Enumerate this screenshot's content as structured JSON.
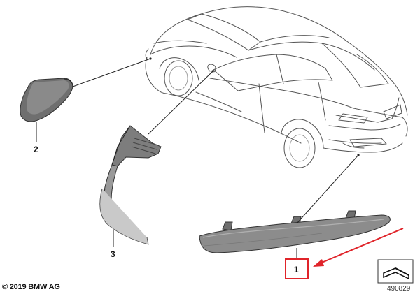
{
  "callouts": [
    {
      "id": "1",
      "label": "1",
      "highlighted": true
    },
    {
      "id": "2",
      "label": "2",
      "highlighted": false
    },
    {
      "id": "3",
      "label": "3",
      "highlighted": false
    }
  ],
  "copyright": "© 2019 BMW AG",
  "reference_number": "490829",
  "colors": {
    "highlight_box": "#e0242a",
    "arrow": "#e0242a",
    "part_fill": "#8c8c8c",
    "outline": "#555555"
  },
  "icons": {
    "view_symbol": "flat-part-icon"
  }
}
